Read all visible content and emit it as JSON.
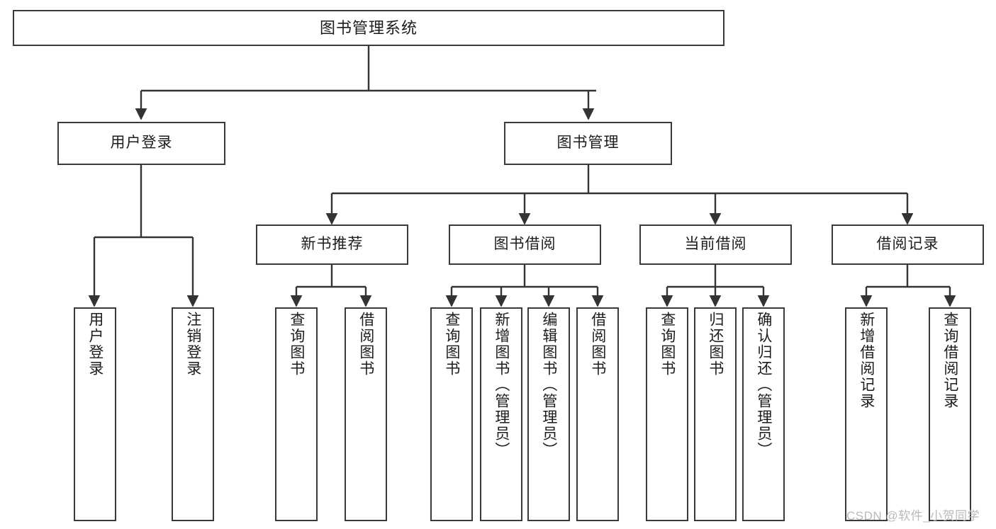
{
  "diagram": {
    "title": "图书管理系统",
    "type": "functional-structure-tree",
    "orientation": "top-down",
    "watermark": "CSDN @软件_小贺同学",
    "style": {
      "box_border_color": "#3a3a3a",
      "box_fill_color": "#ffffff",
      "edge_color": "#333333",
      "background": "#ffffff",
      "text_color": "#1c1c1c"
    },
    "nodes": {
      "root": {
        "label": "图书管理系统"
      },
      "level1": [
        {
          "label": "用户登录"
        },
        {
          "label": "图书管理"
        }
      ],
      "level2": [
        {
          "label": "新书推荐"
        },
        {
          "label": "图书借阅"
        },
        {
          "label": "当前借阅"
        },
        {
          "label": "借阅记录"
        }
      ],
      "leaves": {
        "user_login": [
          {
            "label": "用户登录"
          },
          {
            "label": "注销登录"
          }
        ],
        "new_book_recommend": [
          {
            "label": "查询图书"
          },
          {
            "label": "借阅图书"
          }
        ],
        "book_borrow": [
          {
            "label": "查询图书"
          },
          {
            "label": "新增图书（管理员）"
          },
          {
            "label": "编辑图书（管理员）"
          },
          {
            "label": "借阅图书"
          }
        ],
        "current_borrow": [
          {
            "label": "查询图书"
          },
          {
            "label": "归还图书"
          },
          {
            "label": "确认归还（管理员）"
          }
        ],
        "borrow_record": [
          {
            "label": "新增借阅记录"
          },
          {
            "label": "查询借阅记录"
          }
        ]
      }
    }
  }
}
